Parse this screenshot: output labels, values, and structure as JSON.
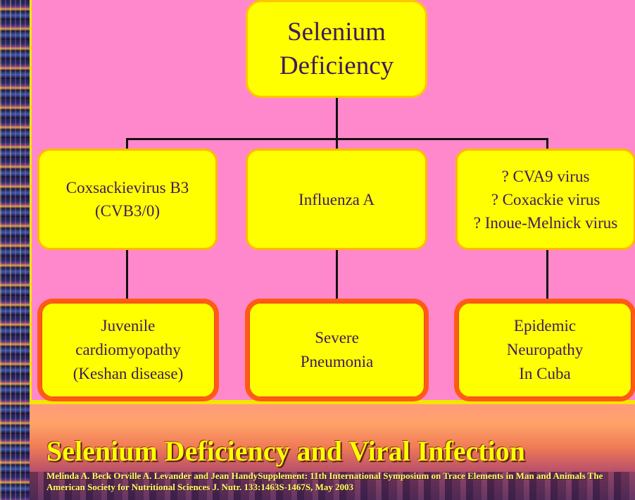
{
  "diagram": {
    "root": {
      "lines": [
        "Selenium",
        "Deficiency"
      ]
    },
    "viruses": [
      {
        "lines": [
          "Coxsackievirus B3",
          "(CVB3/0)"
        ]
      },
      {
        "lines": [
          "Influenza A"
        ]
      },
      {
        "lines": [
          "? CVA9 virus",
          "? Coxackie virus",
          "? Inoue-Melnick virus"
        ]
      }
    ],
    "outcomes": [
      {
        "lines": [
          "Juvenile",
          "cardiomyopathy",
          "(Keshan disease)"
        ]
      },
      {
        "lines": [
          "Severe",
          "Pneumonia"
        ]
      },
      {
        "lines": [
          "Epidemic",
          "Neuropathy",
          "In Cuba"
        ]
      }
    ]
  },
  "footer": {
    "title": "Selenium Deficiency and Viral Infection",
    "citation": "Melinda A. Beck Orville A. Levander and Jean HandySupplement: 11th International Symposium on Trace Elements in Man and Animals The American Society for Nutritional Sciences J. Nutr. 133:1463S-1467S, May 2003"
  },
  "colors": {
    "background": "#ff88cc",
    "box_fill": "#ffff00",
    "text": "#3d1a5e",
    "outcome_border": "#ff5a14",
    "title": "#ffff00"
  }
}
